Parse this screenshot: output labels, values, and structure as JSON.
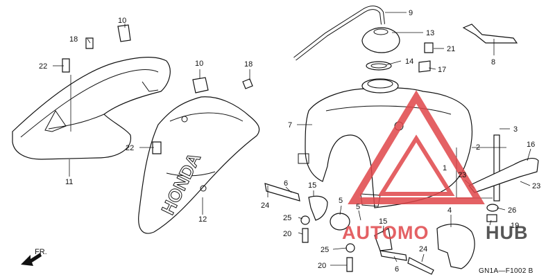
{
  "callouts": {
    "c1": "1",
    "c2": "2",
    "c3": "3",
    "c4": "4",
    "c5a": "5",
    "c5b": "5",
    "c6a": "6",
    "c6b": "6",
    "c7": "7",
    "c8": "8",
    "c9": "9",
    "c10a": "10",
    "c10b": "10",
    "c11": "11",
    "c12": "12",
    "c13": "13",
    "c14": "14",
    "c15a": "15",
    "c15b": "15",
    "c16": "16",
    "c17": "17",
    "c18a": "18",
    "c18b": "18",
    "c19": "19",
    "c20a": "20",
    "c20b": "20",
    "c21": "21",
    "c22a": "22",
    "c22b": "22",
    "c23a": "23",
    "c23b": "23",
    "c24a": "24",
    "c24b": "24",
    "c25a": "25",
    "c25b": "25",
    "c26": "26"
  },
  "shroud_text": "HONDA",
  "front_arrow_label": "FR.",
  "diagram_code": "GN1A—F1002 B",
  "watermark": {
    "text_left": "AUTOMO",
    "text_right": "HUB",
    "color_red": "#e0464a",
    "color_dark": "#3a3a3a"
  }
}
